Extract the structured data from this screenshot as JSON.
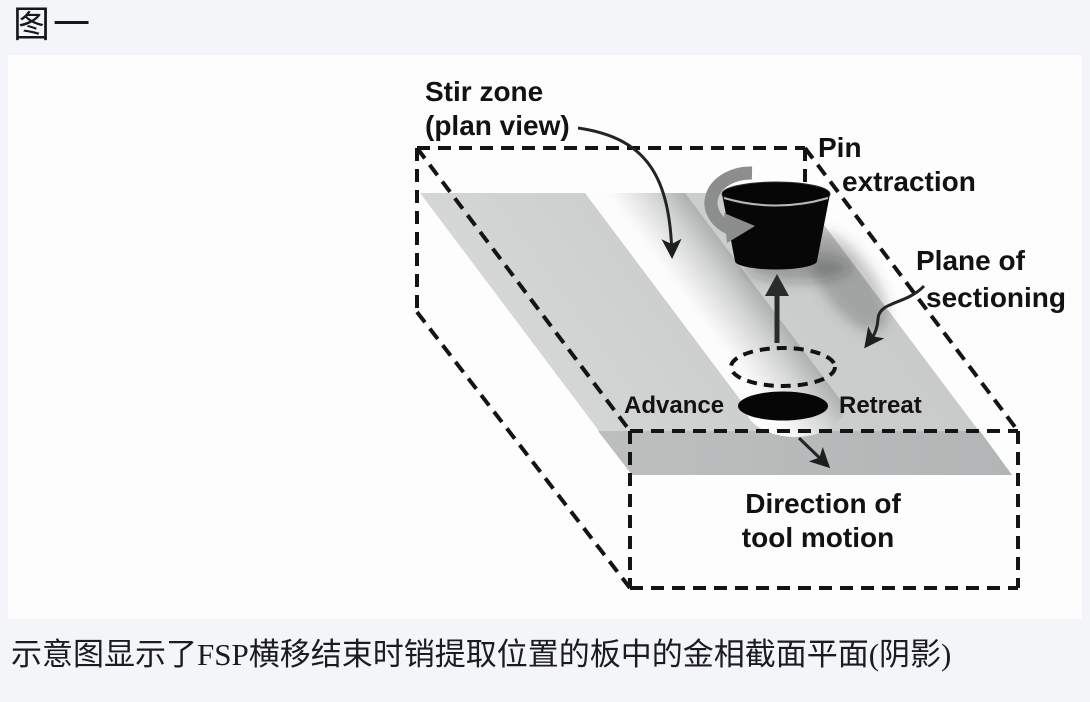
{
  "title": "图一",
  "caption": "示意图显示了FSP横移结束时销提取位置的板中的金相截面平面(阴影)",
  "diagram": {
    "labels": {
      "stir_zone_l1": "Stir zone",
      "stir_zone_l2": "(plan view)",
      "pin_l1": "Pin",
      "pin_l2": "extraction",
      "plane_l1": "Plane of",
      "plane_l2": "sectioning",
      "advance": "Advance",
      "retreat": "Retreat",
      "direction_l1": "Direction of",
      "direction_l2": "tool motion"
    },
    "colors": {
      "page_background": "#f4f5f8",
      "panel_background": "#fdfdfe",
      "plate_gray": "#cdd0cf",
      "section_shade_gray": "#b6b9b8",
      "stir_track_light": "#fdfdfd",
      "tool_black": "#070707",
      "rotation_arrow_gray": "#8b8e8d",
      "line_black": "#141414",
      "text_black": "#121212"
    }
  }
}
